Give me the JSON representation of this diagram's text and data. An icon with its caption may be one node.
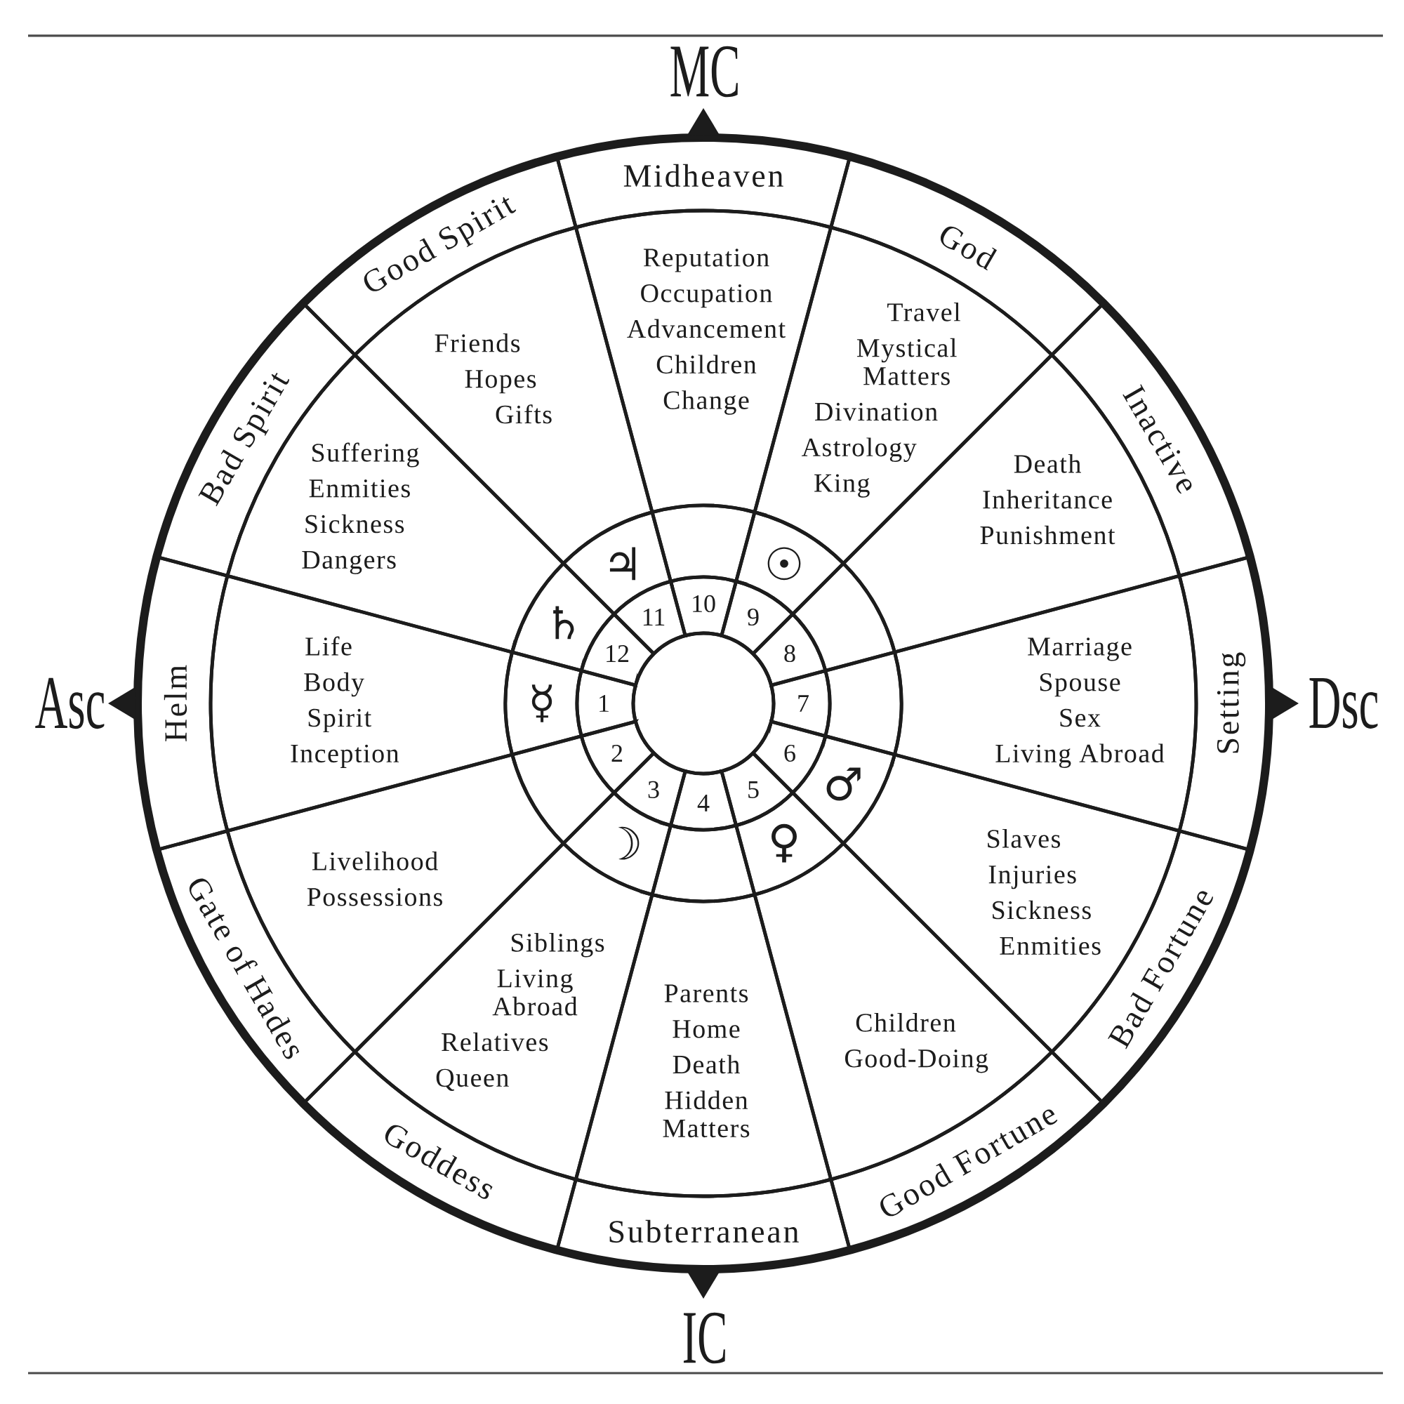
{
  "diagram": {
    "nodes": [
      {
        "text": [
          "Helm"
        ]
      },
      {
        "text": [
          "Life",
          "Body",
          "Spirit",
          "Inception"
        ]
      },
      {
        "text": [
          "☿"
        ]
      },
      {
        "text": [
          "1"
        ]
      },
      {
        "text": [
          "Gate of Hades"
        ]
      },
      {
        "text": [
          "Livelihood",
          "Possessions"
        ]
      },
      {
        "text": [],
        "shape": "box"
      },
      {
        "text": [
          "2"
        ]
      },
      {
        "text": [
          "Goddess"
        ]
      },
      {
        "text": [
          "Siblings",
          "Living Abroad",
          "Relatives",
          "Queen"
        ]
      },
      {
        "text": [
          "☽"
        ]
      },
      {
        "text": [
          "3"
        ]
      },
      {
        "text": [
          "Subterranean"
        ]
      },
      {
        "text": [
          "Parents",
          "Home",
          "Death",
          "Hidden Matters"
        ]
      },
      {
        "text": [],
        "shape": "box"
      },
      {
        "text": [
          "4"
        ]
      },
      {
        "text": [
          "Good Fortune"
        ]
      },
      {
        "text": [
          "Children",
          "Good-Doing"
        ]
      },
      {
        "text": [
          "♀"
        ]
      },
      {
        "text": [
          "5"
        ]
      },
      {
        "text": [
          "Bad Fortune"
        ]
      },
      {
        "text": [
          "Slaves",
          "Injuries",
          "Sickness",
          "Enmities"
        ]
      },
      {
        "text": [
          "♂"
        ]
      },
      {
        "text": [
          "6"
        ]
      },
      {
        "text": [
          "Setting"
        ]
      },
      {
        "text": [
          "Marriage",
          "Spouse",
          "Sex",
          "Living Abroad"
        ]
      },
      {
        "text": [],
        "shape": "box"
      },
      {
        "text": [
          "7"
        ]
      },
      {
        "text": [
          "Inactive"
        ]
      },
      {
        "text": [
          "Death",
          "Inheritance",
          "Punishment"
        ]
      },
      {
        "text": [],
        "shape": "box"
      },
      {
        "text": [
          "8"
        ]
      },
      {
        "text": [
          "God"
        ]
      },
      {
        "text": [
          "Travel",
          "Mystical Matters",
          "Divination",
          "Astrology",
          "King"
        ]
      },
      {
        "text": [
          "☉"
        ]
      },
      {
        "text": [
          "9"
        ]
      },
      {
        "text": [
          "Midheaven"
        ]
      },
      {
        "text": [
          "Reputation",
          "Occupation",
          "Advancement",
          "Children",
          "Change"
        ]
      },
      {
        "text": [],
        "shape": "box"
      },
      {
        "text": [
          "10"
        ]
      },
      {
        "text": [
          "Good Spirit"
        ]
      },
      {
        "text": [
          "Friends",
          "Hopes",
          "Gifts"
        ]
      },
      {
        "text": [
          "♃"
        ]
      },
      {
        "text": [
          "11"
        ]
      },
      {
        "text": [
          "Bad Spirit"
        ]
      },
      {
        "text": [
          "Suffering",
          "Enmities",
          "Sickness",
          "Dangers"
        ]
      },
      {
        "text": [
          "♄"
        ]
      },
      {
        "text": [
          "12"
        ]
      },
      {
        "text": [],
        "shape": "circle"
      }
    ],
    "labels": [
      "MC",
      "Asc",
      "Dsc",
      "IC"
    ]
  }
}
